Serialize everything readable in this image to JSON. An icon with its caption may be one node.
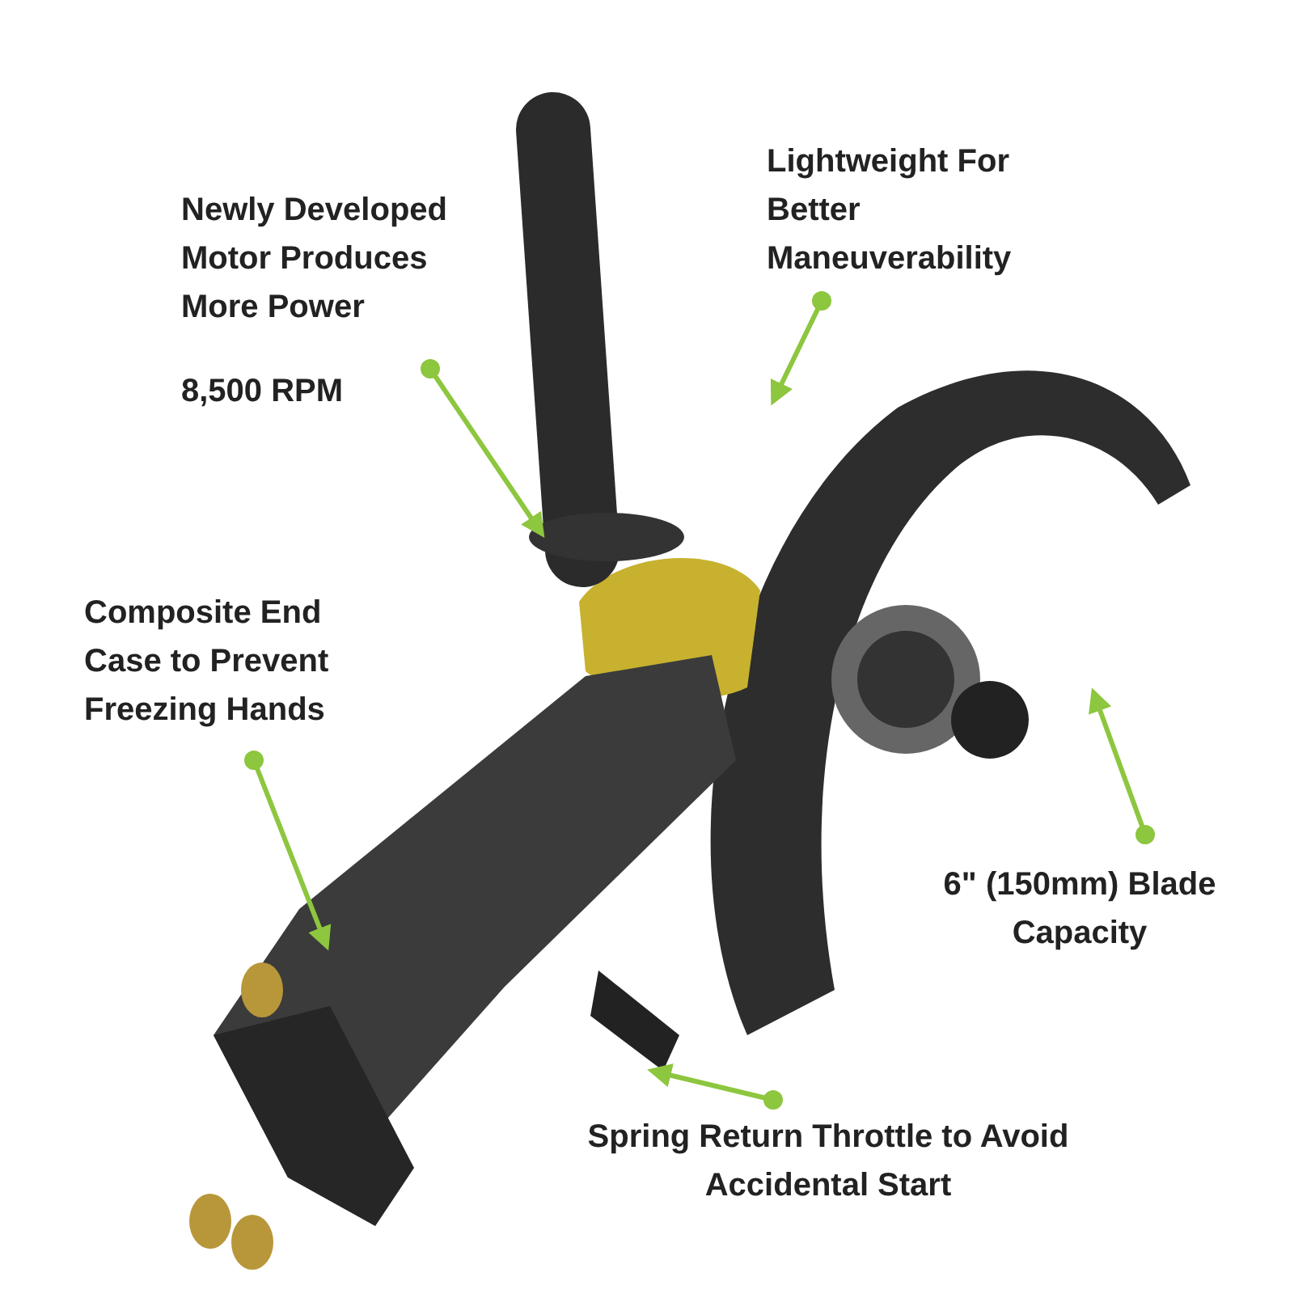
{
  "diagram": {
    "nodes": [
      {
        "text": [
          "Newly Developed Motor Produces More Power",
          "8,500 RPM"
        ]
      },
      {
        "text": [
          "Lightweight For Better Maneuverability"
        ]
      },
      {
        "text": [
          "Composite End Case to Prevent Freezing Hands"
        ]
      },
      {
        "text": [
          "6\" (150mm) Blade Capacity"
        ]
      },
      {
        "text": [
          "Spring Return Throttle to Avoid Accidental Start"
        ]
      }
    ],
    "edges": [
      {
        "from": 0,
        "to": null,
        "arrow": "to"
      },
      {
        "from": 1,
        "to": null,
        "arrow": "to"
      },
      {
        "from": 2,
        "to": null,
        "arrow": "to"
      },
      {
        "from": 3,
        "to": null,
        "arrow": "to"
      },
      {
        "from": 4,
        "to": null,
        "arrow": "to"
      }
    ]
  }
}
